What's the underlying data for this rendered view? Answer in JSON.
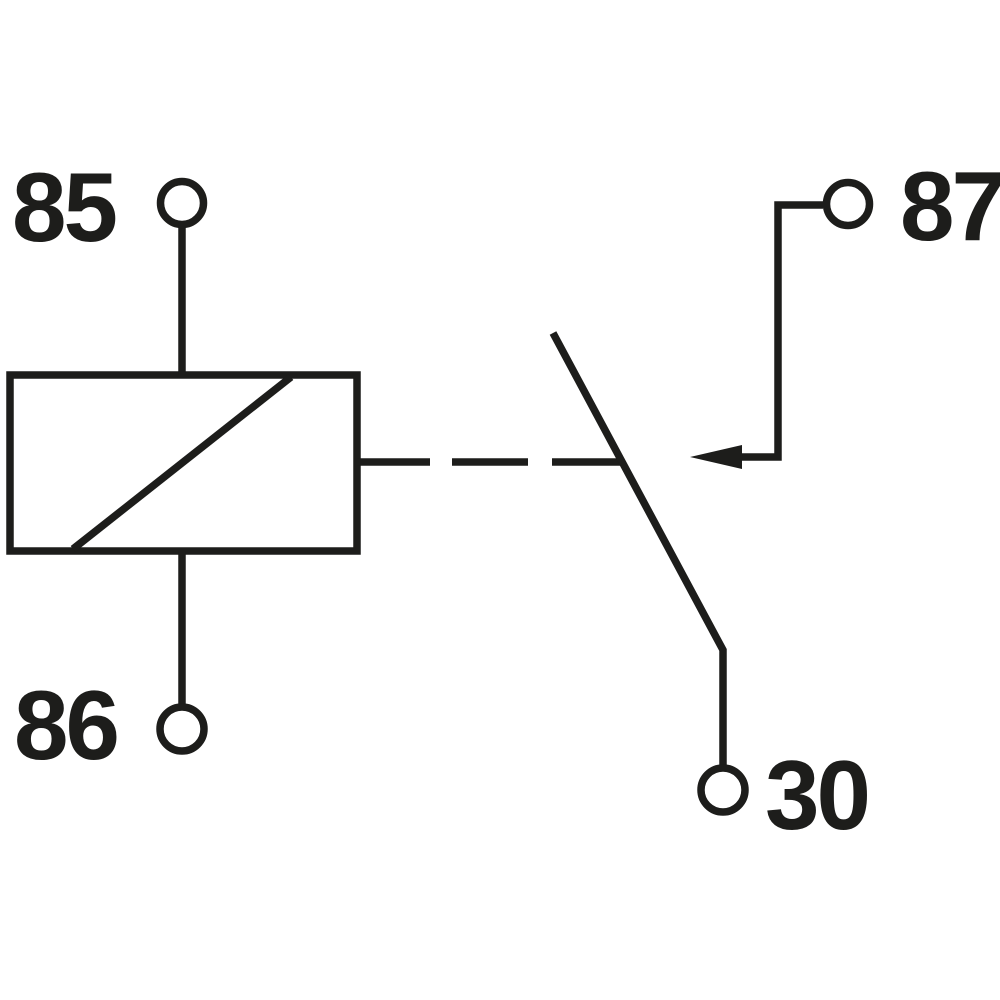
{
  "diagram": {
    "kind": "relay circuit schematic",
    "colors": {
      "line": "#1d1d1b",
      "background": "#ffffff"
    },
    "terminals": {
      "t85": "85",
      "t86": "86",
      "t87": "87",
      "t30": "30"
    }
  }
}
